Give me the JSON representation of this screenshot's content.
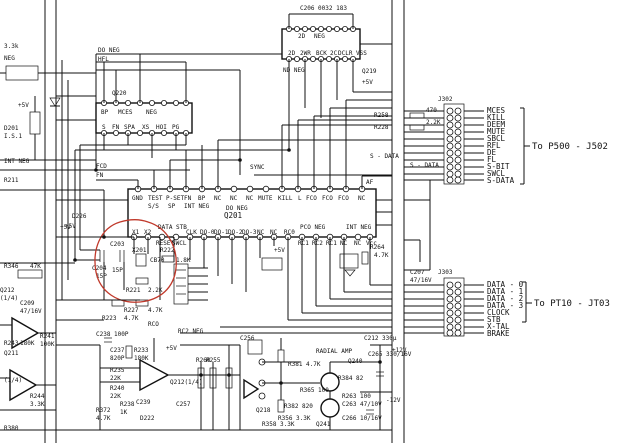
{
  "top_chip": {
    "label": "C206 0032 183",
    "ref": "Q219",
    "pins_top": [
      "2D",
      "NEG"
    ],
    "pins_bottom": [
      "2D",
      "2WR",
      "BCK",
      "2C",
      "DCLR",
      "VSS"
    ],
    "vcc": "+5V",
    "ng": "ND NEG"
  },
  "q220": {
    "ref": "Q220",
    "do_neg": "DO NEG",
    "hfl": "HFL",
    "pins_top": [
      "BP",
      "MCES",
      "NEG"
    ],
    "pins_bottom": [
      "S",
      "FN",
      "SPA",
      "XS",
      "HOI",
      "PG"
    ]
  },
  "q201": {
    "ref": "Q201",
    "top_pins": [
      "GND",
      "TEST",
      "P-SET",
      "FN",
      "BP",
      "NC",
      "NC",
      "NC",
      "MUTE",
      "KILL",
      "L",
      "FCO",
      "FCO",
      "FCO",
      "NC"
    ],
    "top_extra": [
      "AF"
    ],
    "under_labels": [
      "S/S",
      "SP",
      "INT NEG",
      "DO NEG"
    ],
    "bottom_header": [
      "DATA STB",
      "PCO NEG",
      "INT NEG"
    ],
    "bottom_pins": [
      "X1",
      "X2",
      "RESET",
      "SWCL",
      "CLK",
      "DO-0",
      "DO-1",
      "DO-2",
      "DO-3",
      "NC",
      "NC",
      "RC0",
      "RC1",
      "RC2",
      "RC1",
      "NC",
      "NC",
      "Vcc"
    ],
    "sync": "SYNC",
    "plus5": "+5V",
    "plus5b": "+5V",
    "fcd": "FCD",
    "fn": "FN"
  },
  "j302": {
    "ref": "J302",
    "signals": [
      "MCES",
      "KILL",
      "DEEM",
      "MUTE",
      "SBCL",
      "RFL",
      "DE",
      "FL",
      "S-BIT",
      "SWCL",
      "S-DATA"
    ],
    "target": "To  P500 - J502",
    "mid_labels": [
      "S - DATA",
      "S - DATA"
    ],
    "resistors": [
      "R258",
      "R228",
      "470",
      "2.2K"
    ]
  },
  "j303": {
    "ref": "J303",
    "signals": [
      "DATA - 0",
      "DATA - 1",
      "DATA - 2",
      "DATA - 3",
      "CLOCK",
      "STB",
      "X-TAL",
      "BRAKE"
    ],
    "target": "To  PT10 - JT03",
    "cap": [
      "C207",
      "47/16V"
    ],
    "r264": [
      "R264",
      "4.7K"
    ]
  },
  "left_section": {
    "labels": [
      "3.3k",
      "NEG",
      "+5V",
      "D201",
      "I.S.1",
      "INT NEG",
      "+5V",
      "R211",
      "D226"
    ],
    "q212": [
      "Q212",
      "(1/4)"
    ],
    "q211": [
      "Q211",
      "(1/4)"
    ],
    "parts": [
      "R346",
      "47K",
      "C209",
      "47/16V",
      "R241",
      "100K",
      "R243",
      "180K",
      "R244",
      "3.3K",
      "R380"
    ]
  },
  "crystal": {
    "ref": "X201",
    "label": "CB70",
    "parts": [
      "C203",
      "15P",
      "C204",
      "15P",
      "R222",
      "1.8K",
      "R221",
      "2.2K",
      "R227",
      "4.7K",
      "R223",
      "4.7K"
    ]
  },
  "bottom_section": {
    "parts": [
      "C238",
      "100P",
      "R233",
      "180K",
      "C237",
      "820P",
      "R235",
      "22K",
      "R240",
      "22K",
      "R372",
      "4.7K",
      "R238",
      "1K",
      "C239",
      "D222",
      "C257",
      "R260",
      "R255",
      "C256"
    ],
    "opamp": [
      "Q212(1/4)"
    ],
    "vcc": "+5V",
    "rco": "RCO",
    "rc2": "RC2 NEG",
    "q218": "Q218",
    "radial_amp": "RADIAL AMP",
    "q240": "Q240",
    "q241": "Q241",
    "r384": "R384 82",
    "r382": "R382 820",
    "r365": "R365 100",
    "c265": "C265 330/16V",
    "c263": "C263 47/10V",
    "c266": "C266 10/16V",
    "c212": "C212 330μ",
    "plus12": "+12V",
    "minus12": "-12V",
    "r263": "R263 100",
    "r356": "R356 3.3K",
    "r381": "R381 4.7K",
    "r358": "R358 3.3K",
    "c212b": "C212 330μ"
  }
}
